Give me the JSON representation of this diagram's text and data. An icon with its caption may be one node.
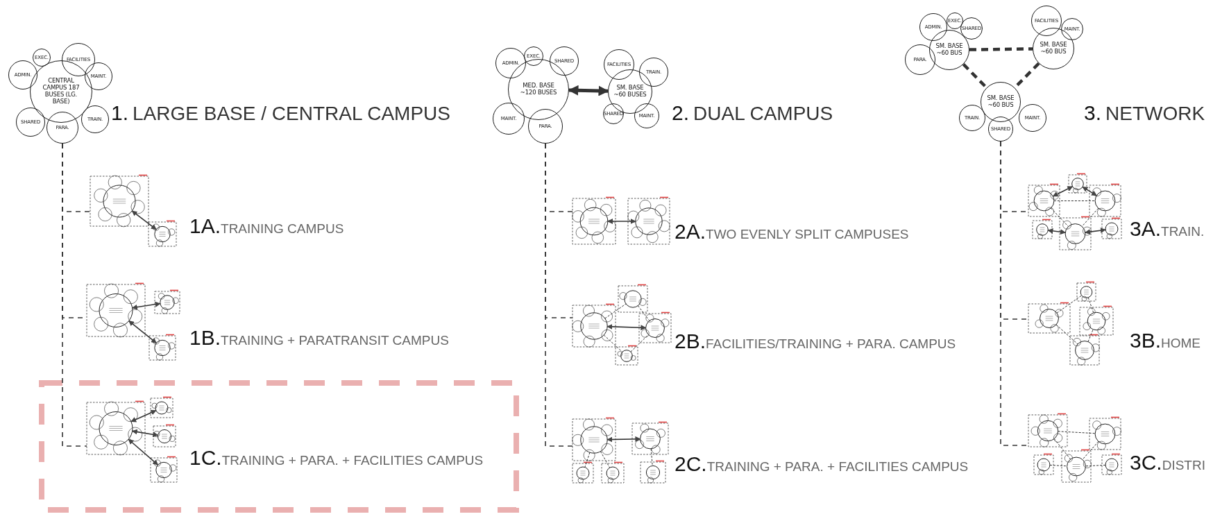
{
  "diagram": {
    "nodes": [
      {
        "text": [
          "CENTRAL CAMPUS 187 BUSES (LG. BASE)"
        ]
      },
      {
        "text": [
          "EXEC."
        ]
      },
      {
        "text": [
          "FACILITIES"
        ]
      },
      {
        "text": [
          "ADMIN."
        ]
      },
      {
        "text": [
          "MAINT."
        ]
      },
      {
        "text": [
          "SHARED"
        ]
      },
      {
        "text": [
          "PARA."
        ]
      },
      {
        "text": [
          "TRAIN."
        ]
      },
      {
        "text": [
          "MED. BASE ~120 BUSES"
        ]
      },
      {
        "text": [
          "ADMIN."
        ]
      },
      {
        "text": [
          "EXEC."
        ]
      },
      {
        "text": [
          "SHARED"
        ]
      },
      {
        "text": [
          "MAINT."
        ]
      },
      {
        "text": [
          "PARA."
        ]
      },
      {
        "text": [
          "SM. BASE ~60 BUSES"
        ]
      },
      {
        "text": [
          "FACILITIES"
        ]
      },
      {
        "text": [
          "TRAIN."
        ]
      },
      {
        "text": [
          "SHARED"
        ]
      },
      {
        "text": [
          "MAINT."
        ]
      },
      {
        "text": [
          "SM. BASE ~60 BUS"
        ]
      },
      {
        "text": [
          "ADMIN."
        ]
      },
      {
        "text": [
          "EXEC."
        ]
      },
      {
        "text": [
          "SHARED"
        ]
      },
      {
        "text": [
          "PARA."
        ]
      },
      {
        "text": [
          "SM. BASE ~60 BUS"
        ]
      },
      {
        "text": [
          "FACILITIES"
        ]
      },
      {
        "text": [
          "MAINT."
        ]
      },
      {
        "text": [
          "SM. BASE ~60 BUS"
        ]
      },
      {
        "text": [
          "TRAIN."
        ]
      },
      {
        "text": [
          "MAINT."
        ]
      },
      {
        "text": [
          "SHARED"
        ]
      },
      {
        "text": [],
        "shape": "picture",
        "beside": [
          "1A.",
          "TRAINING CAMPUS"
        ]
      },
      {
        "text": [],
        "shape": "picture",
        "beside": [
          "1B.",
          "TRAINING + PARATRANSIT CAMPUS"
        ]
      },
      {
        "text": [],
        "shape": "picture",
        "beside": [
          "1C.",
          "TRAINING + PARA. + FACILITIES CAMPUS"
        ]
      },
      {
        "text": [],
        "shape": "picture",
        "beside": [
          "2A.",
          "TWO EVENLY SPLIT CAMPUSES"
        ]
      },
      {
        "text": [],
        "shape": "picture",
        "beside": [
          "2B.",
          "FACILITIES/TRAINING + PARA. CAMPUS"
        ]
      },
      {
        "text": [],
        "shape": "picture",
        "beside": [
          "2C.",
          "TRAINING + PARA. + FACILITIES CAMPUS"
        ]
      },
      {
        "text": [],
        "shape": "picture",
        "beside": [
          "3A.",
          "TRAIN."
        ]
      },
      {
        "text": [],
        "shape": "picture",
        "beside": [
          "3B.",
          "HOME"
        ]
      },
      {
        "text": [],
        "shape": "picture",
        "beside": [
          "3C.",
          "DISTRI"
        ]
      }
    ],
    "edges": [
      {
        "from": 8,
        "to": 14,
        "arrow": "both",
        "style": "thick"
      },
      {
        "from": 19,
        "to": 24,
        "arrow": "none",
        "style": "dashed"
      },
      {
        "from": 19,
        "to": 27,
        "arrow": "none",
        "style": "dashed"
      },
      {
        "from": 24,
        "to": 27,
        "arrow": "none",
        "style": "dashed"
      },
      {
        "from": 6,
        "to": 31,
        "arrow": "none",
        "style": "dashed"
      },
      {
        "from": 6,
        "to": 32,
        "arrow": "none",
        "style": "dashed"
      },
      {
        "from": 6,
        "to": 33,
        "arrow": "none",
        "style": "dashed"
      },
      {
        "from": 13,
        "to": 34,
        "arrow": "none",
        "style": "dashed"
      },
      {
        "from": 13,
        "to": 35,
        "arrow": "none",
        "style": "dashed"
      },
      {
        "from": 13,
        "to": 36,
        "arrow": "none",
        "style": "dashed"
      },
      {
        "from": 30,
        "to": 37,
        "arrow": "none",
        "style": "dashed"
      },
      {
        "from": 30,
        "to": 38,
        "arrow": "none",
        "style": "dashed"
      },
      {
        "from": 30,
        "to": 39,
        "arrow": "none",
        "style": "dashed"
      }
    ],
    "labels": [
      "1.",
      "LARGE BASE / CENTRAL CAMPUS",
      "2.",
      "DUAL CAMPUS",
      "3.",
      "NETWORK"
    ]
  }
}
